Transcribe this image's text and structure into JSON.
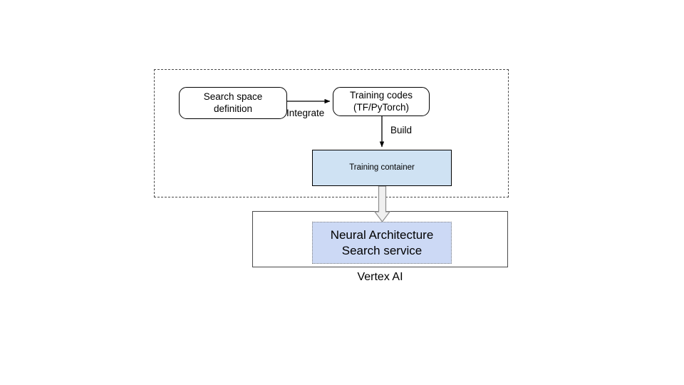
{
  "diagram": {
    "title_label": "Vertex AI",
    "colors": {
      "training_container_fill": "#cfe2f3",
      "nas_service_fill": "#ccd9f5",
      "block_arrow_fill": "#f0f0f0",
      "block_arrow_stroke": "#8c8c8c",
      "dashed_group_stroke": "#4a4a4a",
      "vertex_box_stroke": "#4a4a4a",
      "node_stroke": "#000000",
      "canvas_background": "#ffffff"
    },
    "nodes": {
      "search_space": {
        "line1": "Search space",
        "line2": "definition"
      },
      "training_codes": {
        "line1": "Training codes",
        "line2": "(TF/PyTorch)"
      },
      "training_container": {
        "label": "Training container"
      },
      "nas_service": {
        "line1": "Neural Architecture",
        "line2": "Search service"
      }
    },
    "edges": {
      "integrate": {
        "label": "Integrate",
        "from": "search_space",
        "to": "training_codes",
        "style": "thin-arrow"
      },
      "build": {
        "label": "Build",
        "from": "training_codes",
        "to": "training_container",
        "style": "thin-arrow"
      },
      "deploy": {
        "label": "",
        "from": "training_container",
        "to": "nas_service",
        "style": "block-arrow"
      }
    }
  }
}
